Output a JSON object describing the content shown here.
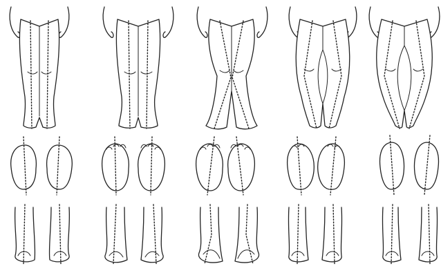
{
  "figure": {
    "description_visible_text": "",
    "columns": [
      {
        "id": "col-1",
        "leg_shape": "straight",
        "foot_view": "plantar",
        "heel_view": "posterior"
      },
      {
        "id": "col-2",
        "leg_shape": "straight",
        "foot_view": "plantar",
        "heel_view": "posterior"
      },
      {
        "id": "col-3",
        "leg_shape": "knock-knee",
        "foot_view": "plantar",
        "heel_view": "posterior"
      },
      {
        "id": "col-4",
        "leg_shape": "bow-leg",
        "foot_view": "plantar",
        "heel_view": "posterior"
      },
      {
        "id": "col-5",
        "leg_shape": "bow-leg",
        "foot_view": "plantar",
        "heel_view": "posterior"
      }
    ],
    "rows": [
      "legs-front-view",
      "feet-sole-view",
      "ankles-back-view"
    ],
    "colors": {
      "line": "#222222",
      "background": "#ffffff"
    }
  }
}
